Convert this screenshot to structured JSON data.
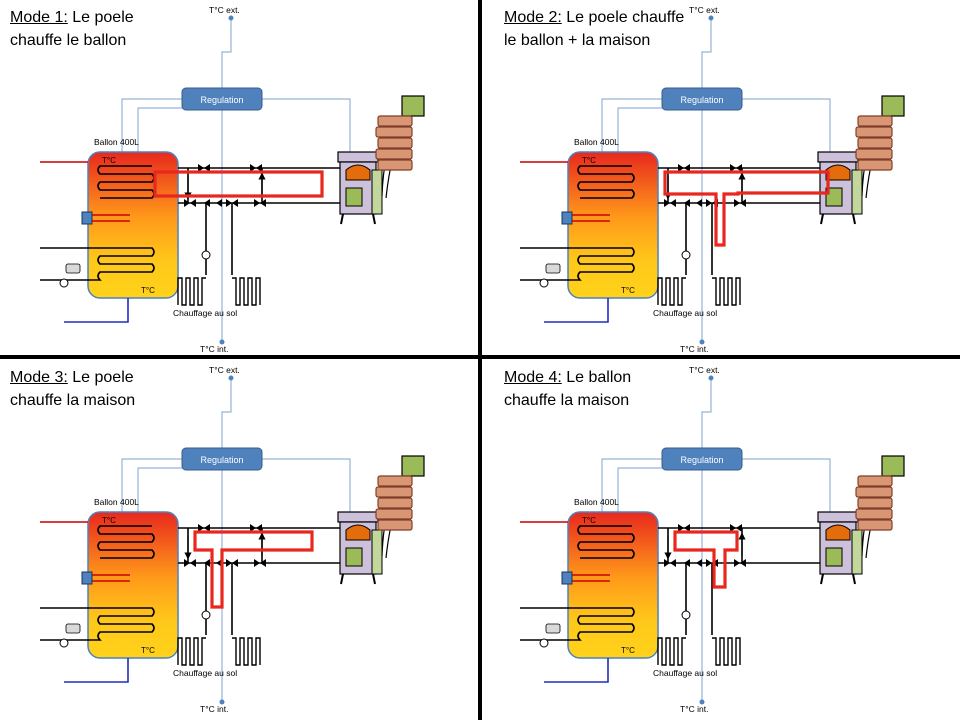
{
  "panels": [
    {
      "mode_label": "Mode 1:",
      "title_rest": " Le poele",
      "title_line2": "chauffe le ballon",
      "text": {
        "ext": "T°C ext.",
        "regulation": "Regulation",
        "ballon": "Ballon 400L",
        "tc_top": "T°C",
        "tc_bottom": "T°C",
        "floor": "Chauffage au sol",
        "int": "T°C int."
      },
      "active_flow": "stove-to-tank"
    },
    {
      "mode_label": "Mode 2:",
      "title_rest": " Le poele chauffe",
      "title_line2": "le ballon + la maison",
      "text": {
        "ext": "T°C ext.",
        "regulation": "Regulation",
        "ballon": "Ballon 400L",
        "tc_top": "T°C",
        "tc_bottom": "T°C",
        "floor": "Chauffage au sol",
        "int": "T°C int."
      },
      "active_flow": "stove-to-tank-and-house"
    },
    {
      "mode_label": "Mode 3:",
      "title_rest": " Le poele",
      "title_line2": "chauffe la maison",
      "text": {
        "ext": "T°C ext.",
        "regulation": "Regulation",
        "ballon": "Ballon 400L",
        "tc_top": "T°C",
        "tc_bottom": "T°C",
        "floor": "Chauffage au sol",
        "int": "T°C int."
      },
      "active_flow": "stove-to-house"
    },
    {
      "mode_label": "Mode 4:",
      "title_rest": " Le ballon",
      "title_line2": "chauffe la maison",
      "text": {
        "ext": "T°C ext.",
        "regulation": "Regulation",
        "ballon": "Ballon 400L",
        "tc_top": "T°C",
        "tc_bottom": "T°C",
        "floor": "Chauffage au sol",
        "int": "T°C int."
      },
      "active_flow": "tank-to-house"
    }
  ],
  "colors": {
    "active_flow": "#e8281e",
    "regulation_box": "#4f81bd",
    "signal_line": "#95b3d7",
    "tank_top": "#e8281e",
    "tank_bottom": "#ffd21a",
    "hot_pipe": "#cc0000",
    "cold_pipe": "#1f2fbf"
  }
}
